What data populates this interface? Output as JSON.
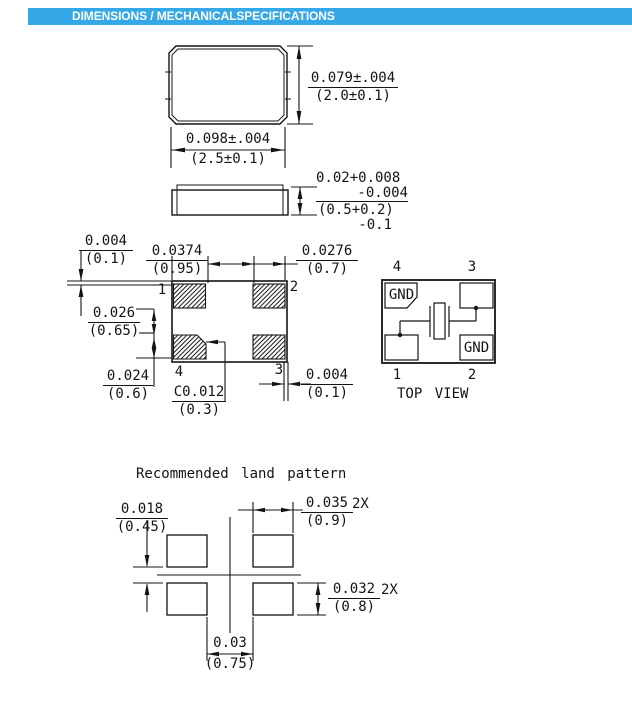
{
  "colors": {
    "header_bg": "#35A8E8",
    "header_text": "#FFFFFF",
    "line": "#141414"
  },
  "header": {
    "title": "DIMENSIONS / MECHANICALSPECIFICATIONS"
  },
  "package_outline": {
    "height_dim": {
      "inch": "0.079±.004",
      "mm": "(2.0±0.1)"
    },
    "width_dim": {
      "inch": "0.098±.004",
      "mm": "(2.5±0.1)"
    }
  },
  "side_profile": {
    "thickness_dim": {
      "inch": "0.02+0.008",
      "inch_tol": "-0.004",
      "mm": "(0.5+0.2)",
      "mm_tol": "-0.1"
    }
  },
  "pad_layout": {
    "top_edge_dim": {
      "inch": "0.004",
      "mm": "(0.1)"
    },
    "pad_width_dim": {
      "inch": "0.0374",
      "mm": "(0.95)"
    },
    "pad_gap_dim": {
      "inch": "0.0276",
      "mm": "(0.7)"
    },
    "pad_pitch_dim": {
      "inch": "0.026",
      "mm": "(0.65)"
    },
    "pad_height_dim": {
      "inch": "0.024",
      "mm": "(0.6)"
    },
    "chamfer_dim": {
      "inch": "C0.012",
      "mm": "(0.3)"
    },
    "right_edge_dim": {
      "inch": "0.004",
      "mm": "(0.1)"
    },
    "pin1": "1",
    "pin2": "2",
    "pin3": "3",
    "pin4": "4"
  },
  "top_view": {
    "label": "TOP VIEW",
    "gnd_top": "GND",
    "gnd_bottom": "GND",
    "pin1": "1",
    "pin2": "2",
    "pin3": "3",
    "pin4": "4"
  },
  "land_pattern": {
    "title": "Recommended land pattern",
    "gap_vertical_dim": {
      "inch": "0.018",
      "mm": "(0.45)"
    },
    "pad_width_dim": {
      "inch": "0.035",
      "qty": "2X",
      "mm": "(0.9)"
    },
    "pad_height_dim": {
      "inch": "0.032",
      "qty": "2X",
      "mm": "(0.8)"
    },
    "gap_horizontal_dim": {
      "inch": "0.03",
      "mm": "(0.75)"
    }
  }
}
